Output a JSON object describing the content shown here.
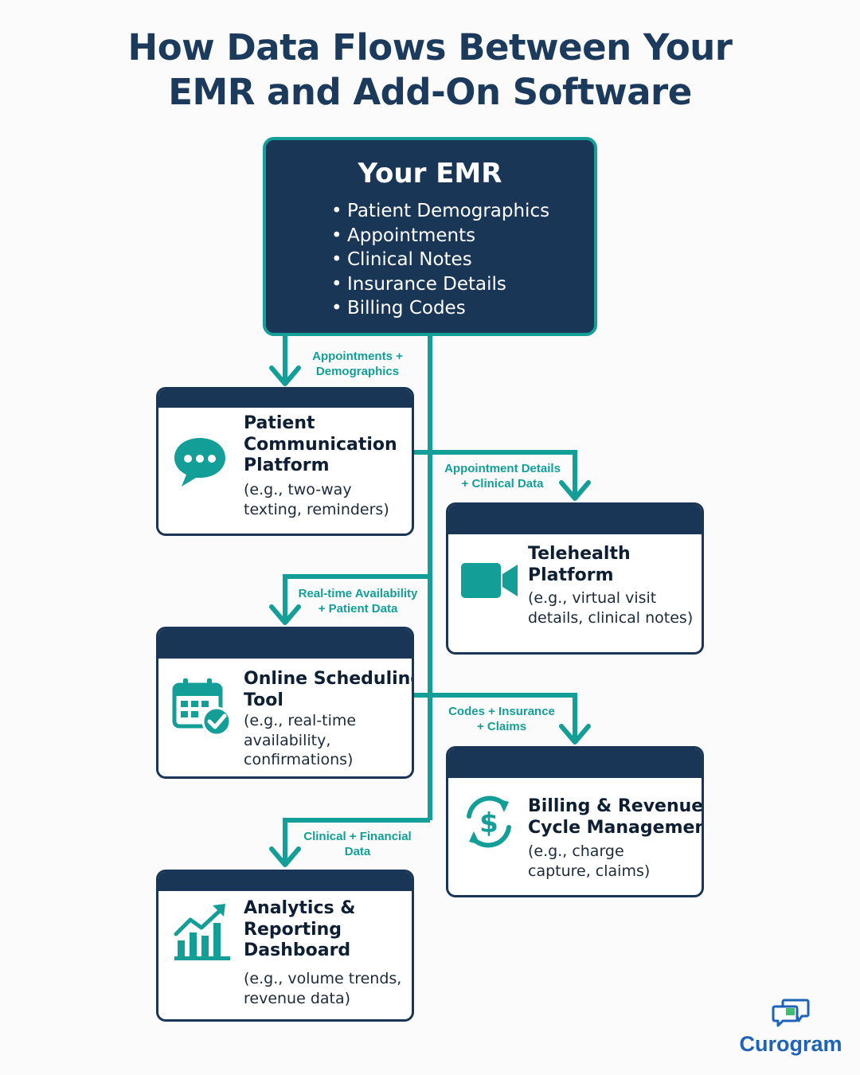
{
  "title": {
    "line1": "How Data Flows Between Your",
    "line2": "EMR and Add-On Software"
  },
  "emr": {
    "title": "Your EMR",
    "items": [
      "Patient Demographics",
      "Appointments",
      "Clinical Notes",
      "Insurance Details",
      "Billing Codes"
    ]
  },
  "flows": [
    {
      "line1": "Appointments +",
      "line2": "Demographics"
    },
    {
      "line1": "Appointment Details",
      "line2": "+ Clinical Data"
    },
    {
      "line1": "Real-time Availability",
      "line2": "+ Patient Data"
    },
    {
      "line1": "Codes + Insurance",
      "line2": "+ Claims"
    },
    {
      "line1": "Clinical + Financial",
      "line2": "Data"
    }
  ],
  "cards": {
    "patient_communication": {
      "title_lines": [
        "Patient",
        "Communication",
        "Platform"
      ],
      "desc_lines": [
        "(e.g., two-way",
        "texting, reminders)"
      ],
      "icon": "chat-bubble-icon"
    },
    "telehealth": {
      "title_lines": [
        "Telehealth",
        "Platform"
      ],
      "desc_lines": [
        "(e.g., virtual visit",
        "details, clinical notes)"
      ],
      "icon": "video-camera-icon"
    },
    "scheduling": {
      "title_lines": [
        "Online Scheduling",
        "Tool"
      ],
      "desc_lines": [
        "(e.g., real-time",
        "availability,",
        "confirmations)"
      ],
      "icon": "calendar-check-icon"
    },
    "billing": {
      "title_lines": [
        "Billing & Revenue",
        "Cycle Management"
      ],
      "desc_lines": [
        "(e.g., charge",
        "capture, claims)"
      ],
      "icon": "dollar-cycle-icon"
    },
    "analytics": {
      "title_lines": [
        "Analytics &",
        "Reporting",
        "Dashboard"
      ],
      "desc_lines": [
        "(e.g., volume trends,",
        "revenue data)"
      ],
      "icon": "growth-chart-icon"
    }
  },
  "brand": {
    "name": "Curogram",
    "icon": "chat-logo-icon"
  },
  "colors": {
    "navy": "#1a3656",
    "teal": "#139e98",
    "title": "#1b3a5c",
    "brand_blue": "#1d63b8",
    "brand_green": "#3dbf6e"
  }
}
